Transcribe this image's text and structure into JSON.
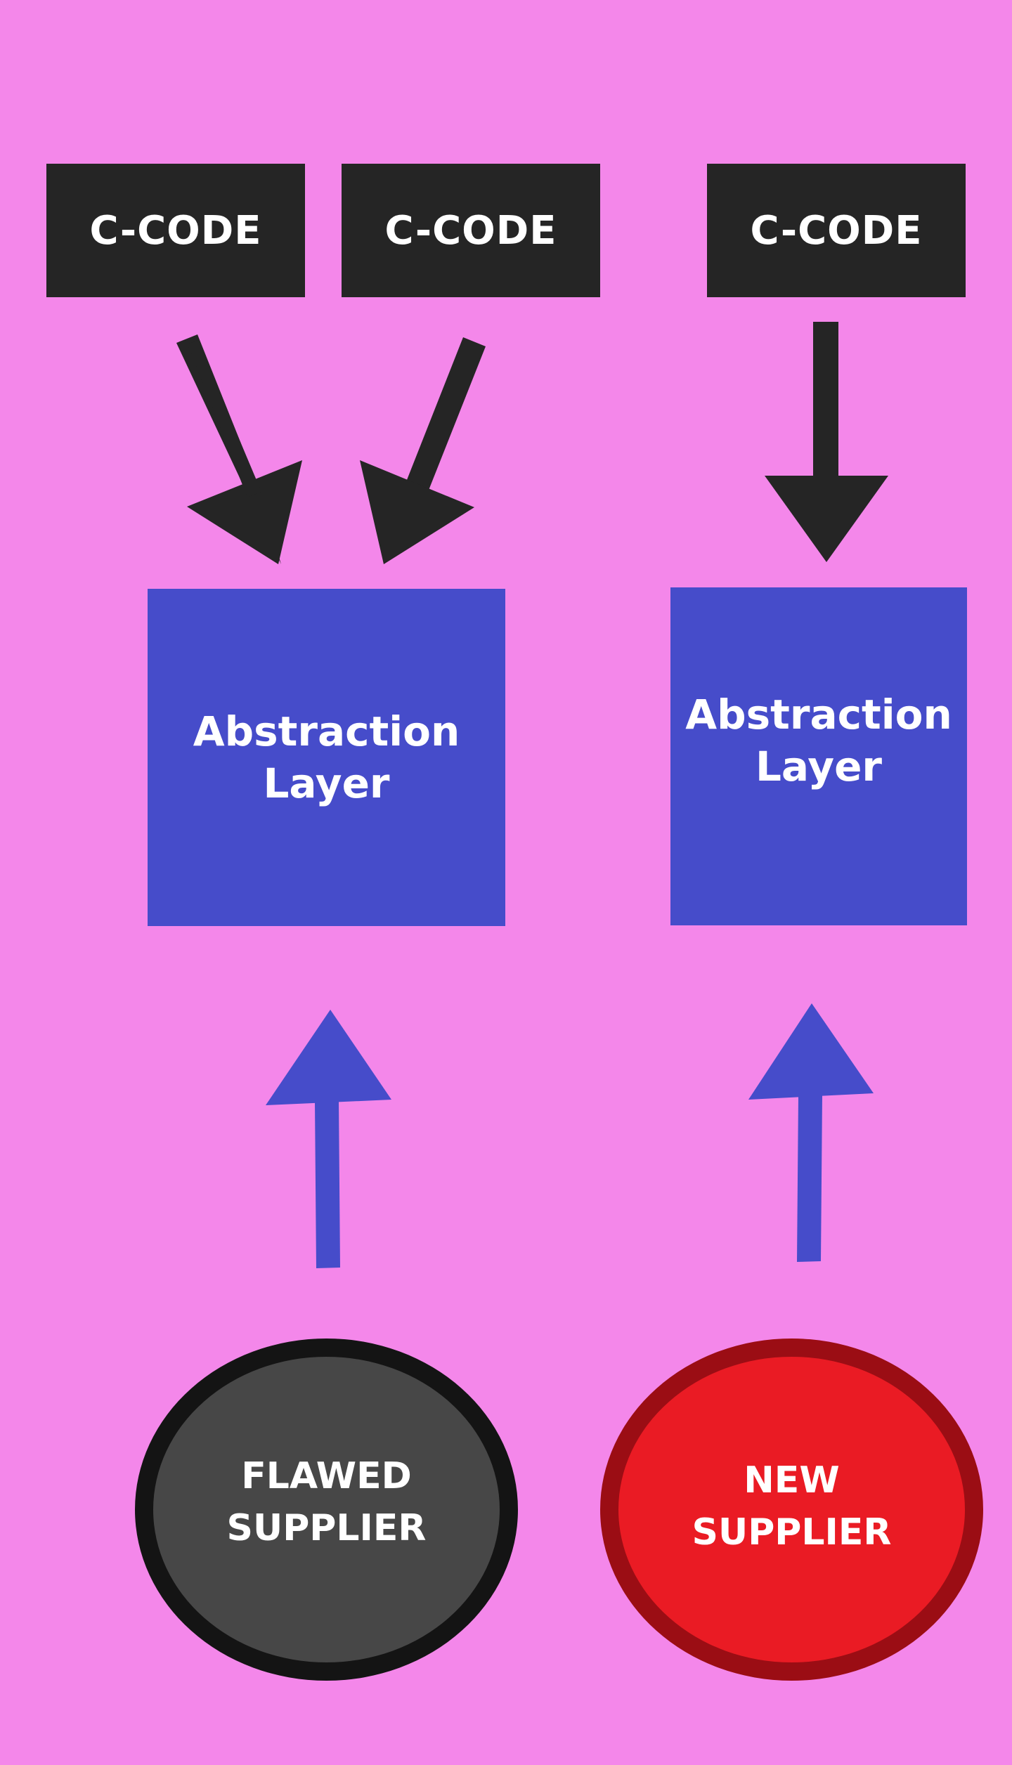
{
  "code_boxes": [
    {
      "label": "C-CODE"
    },
    {
      "label": "C-CODE"
    },
    {
      "label": "C-CODE"
    }
  ],
  "layers": [
    {
      "line1": "Abstraction",
      "line2": "Layer"
    },
    {
      "line1": "Abstraction",
      "line2": "Layer"
    }
  ],
  "suppliers": [
    {
      "line1": "FLAWED",
      "line2": "SUPPLIER"
    },
    {
      "line1": "NEW",
      "line2": "SUPPLIER"
    }
  ],
  "colors": {
    "background": "#f487ea",
    "code_box": "#252525",
    "layer_box": "#464cca",
    "flawed_supplier": "#474747",
    "new_supplier": "#ea1b24"
  }
}
